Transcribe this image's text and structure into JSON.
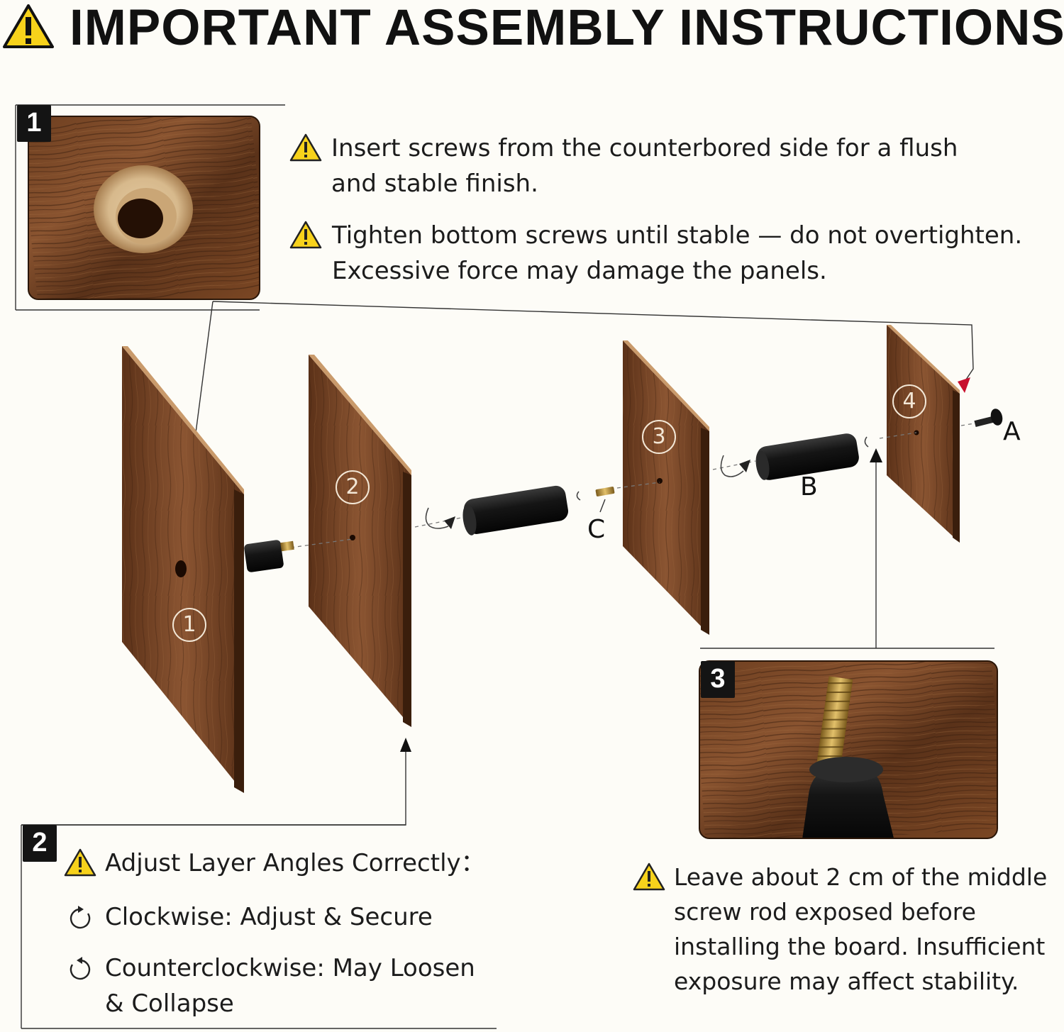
{
  "header": {
    "title": "IMPORTANT ASSEMBLY INSTRUCTIONS",
    "icon": "warning-icon"
  },
  "callouts": {
    "detail1": {
      "badge": "1"
    },
    "detail2": {
      "badge": "2"
    },
    "detail3": {
      "badge": "3"
    }
  },
  "notes": {
    "counterbore": [
      "Insert screws from the counterbored side for a flush",
      "and stable finish."
    ],
    "tighten": [
      "Tighten bottom screws until stable — do not overtighten.",
      "Excessive force may damage the panels."
    ],
    "angles": {
      "heading": "Adjust Layer Angles Correctly：",
      "clockwise": "Clockwise: Adjust & Secure",
      "counterclockwise": [
        "Counterclockwise: May Loosen",
        "& Collapse"
      ]
    },
    "exposure": [
      "Leave about 2 cm of the middle",
      "screw rod exposed before",
      "installing the board. Insufficient",
      "exposure may affect stability."
    ]
  },
  "parts": {
    "panels": [
      "1",
      "2",
      "3",
      "4"
    ],
    "hardware": [
      "A",
      "B",
      "C"
    ]
  },
  "colors": {
    "wood_dark": "#4a2a16",
    "wood_mid": "#7a4a2a",
    "wood_edge": "#c99a6b",
    "warning_yellow": "#f7d21b",
    "arrow_red": "#c8102e",
    "rod_black": "#1b1b1b",
    "brass": "#b8923e"
  }
}
